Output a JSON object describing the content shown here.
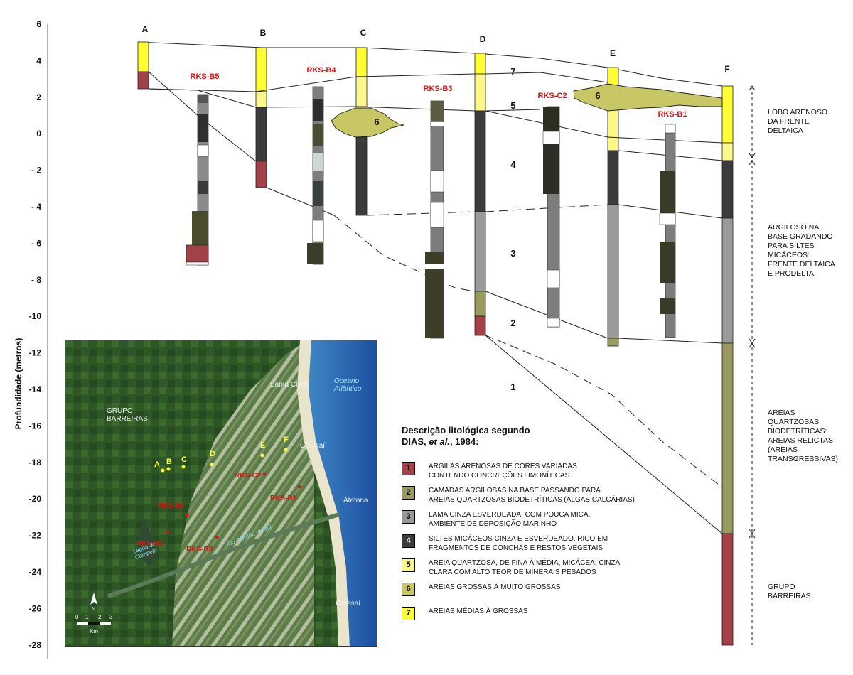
{
  "axis": {
    "label": "Profundidade (metros)",
    "ticks": [
      "6",
      "4",
      "2",
      "0",
      "- 2",
      "- 4",
      "- 6",
      "- 8",
      "-10",
      "-12",
      "-14",
      "-16",
      "-18",
      "-20",
      "-22",
      "-24",
      "-26",
      "-28"
    ]
  },
  "columns": [
    "A",
    "B",
    "C",
    "D",
    "E",
    "F"
  ],
  "wells": [
    "RKS-B5",
    "RKS-B4",
    "RKS-B3",
    "RKS-C2",
    "RKS-B1"
  ],
  "unit_numbers": [
    "7",
    "5",
    "4",
    "3",
    "2",
    "1",
    "6",
    "6"
  ],
  "descriptions": [
    "LOBO ARENOSO\nDA FRENTE\nDELTAICA",
    "ARGILOSO NA\nBASE GRADANDO\nPARA SILTES\nMICÁCEOS:\nFRENTE DELTAICA\nE PRODELTA",
    "AREIAS\nQUARTZOSAS\nBIODETRÍTICAS:\nAREIAS RELICTAS\n(AREIAS\nTRANSGRESSIVAS)",
    "GRUPO\nBARREIRAS"
  ],
  "legend": {
    "title_line1": "Descrição litológica segundo",
    "title_line2_prefix": "DIAS, ",
    "title_line2_italic": "et al.",
    "title_line2_suffix": ", 1984:",
    "items": [
      {
        "num": "1",
        "color": "#a24147",
        "text": "ARGILAS ARENOSAS DE CORES VARIADAS\nCONTENDO CONCREÇÕES LIMONÍTICAS"
      },
      {
        "num": "2",
        "color": "#9a9a5e",
        "text": "CAMADAS ARGILOSAS NA BASE PASSANDO PARA\nAREIAS QUARTZOSAS BIODETRÍTICAS (ALGAS CALCÁRIAS)"
      },
      {
        "num": "3",
        "color": "#9a9a9a",
        "text": "LAMA CINZA ESVERDEADA, COM POUCA MICA.\nAMBIENTE DE DEPOSIÇÃO MARINHO"
      },
      {
        "num": "4",
        "color": "#3b3b3b",
        "text": "SILTES MICÁCEOS CINZA E ESVERDEADO, RICO EM\nFRAGMENTOS DE CONCHAS E RESTOS VEGETAIS"
      },
      {
        "num": "5",
        "color": "#fbf78a",
        "text": "AREIA QUARTZOSA, DE FINA À MÉDIA, MICÁCEA, CINZA\nCLARA COM ALTO TEOR DE MINERAIS PESADOS"
      },
      {
        "num": "6",
        "color": "#c7c765",
        "text": "AREIAS GROSSAS À MUITO GROSSAS"
      },
      {
        "num": "7",
        "color": "#ffff33",
        "text": "AREIAS MÉDIAS À GROSSAS"
      }
    ]
  },
  "map": {
    "labels": {
      "barreiras": "GRUPO\nBARREIRAS",
      "santa_clara": "Santa Clara",
      "oceano": "Oceano\nAtlântico",
      "grussai_top": "Grussaí",
      "atafona": "Atafona",
      "grussai_bottom": "Grussaí",
      "lagoa": "Lagoa do\nCampelo",
      "rio": "Rio Paraíba do Sul"
    },
    "points": [
      "A",
      "B",
      "C",
      "D",
      "E",
      "F"
    ],
    "wells": [
      "RKS-B5",
      "RKS-B4",
      "RKS-B3",
      "RKS-C2",
      "RKS-B1"
    ],
    "scale": {
      "ticks": [
        "0",
        "1",
        "2",
        "3"
      ],
      "unit": "Km"
    },
    "north": "N"
  },
  "colors": {
    "u1": "#a24147",
    "u2": "#9a9a5e",
    "u3": "#9a9a9a",
    "u4": "#3b3b3b",
    "u5": "#fbf78a",
    "u6": "#c7c765",
    "u7": "#ffff33",
    "well_label": "#e01010",
    "map_point": "#ffff33"
  }
}
